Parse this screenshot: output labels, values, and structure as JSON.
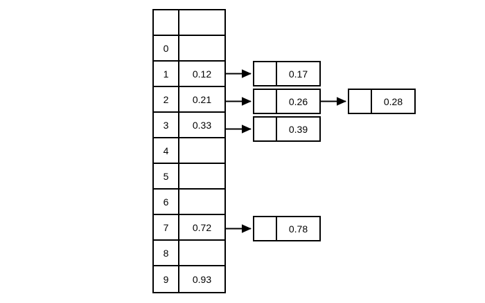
{
  "diagram": {
    "title": "hash-table-separate-chaining",
    "background_color": "#ffffff",
    "stroke_color": "#000000",
    "text_color": "#000000"
  },
  "hash_table": {
    "name": "bucket-array",
    "header_row": {
      "index": "",
      "value": ""
    },
    "rows": [
      {
        "index": "0",
        "value": ""
      },
      {
        "index": "1",
        "value": "0.12"
      },
      {
        "index": "2",
        "value": "0.21"
      },
      {
        "index": "3",
        "value": "0.33"
      },
      {
        "index": "4",
        "value": ""
      },
      {
        "index": "5",
        "value": ""
      },
      {
        "index": "6",
        "value": ""
      },
      {
        "index": "7",
        "value": "0.72"
      },
      {
        "index": "8",
        "value": ""
      },
      {
        "index": "9",
        "value": "0.93"
      }
    ]
  },
  "chain_nodes": [
    {
      "id": "node-017",
      "pointer": "",
      "value": "0.17"
    },
    {
      "id": "node-026",
      "pointer": "",
      "value": "0.26"
    },
    {
      "id": "node-039",
      "pointer": "",
      "value": "0.39"
    },
    {
      "id": "node-028",
      "pointer": "",
      "value": "0.28"
    },
    {
      "id": "node-078",
      "pointer": "",
      "value": "0.78"
    }
  ],
  "arrows": [
    {
      "id": "arrow-row1-to-node017",
      "from": "bucket-row-1",
      "to": "node-017"
    },
    {
      "id": "arrow-row2-to-node026",
      "from": "bucket-row-2",
      "to": "node-026"
    },
    {
      "id": "arrow-row3-to-node039",
      "from": "bucket-row-3",
      "to": "node-039"
    },
    {
      "id": "arrow-node026-to-node028",
      "from": "node-026",
      "to": "node-028"
    },
    {
      "id": "arrow-row7-to-node078",
      "from": "bucket-row-7",
      "to": "node-078"
    }
  ],
  "chart_data": {
    "type": "diagram",
    "title": "Hash table with separate chaining",
    "nodes": [
      {
        "label": "0",
        "value": null,
        "bucket": 0
      },
      {
        "label": "1",
        "value": 0.12,
        "bucket": 1
      },
      {
        "label": "2",
        "value": 0.21,
        "bucket": 2
      },
      {
        "label": "3",
        "value": 0.33,
        "bucket": 3
      },
      {
        "label": "4",
        "value": null,
        "bucket": 4
      },
      {
        "label": "5",
        "value": null,
        "bucket": 5
      },
      {
        "label": "6",
        "value": null,
        "bucket": 6
      },
      {
        "label": "7",
        "value": 0.72,
        "bucket": 7
      },
      {
        "label": "8",
        "value": null,
        "bucket": 8
      },
      {
        "label": "9",
        "value": 0.93,
        "bucket": 9
      }
    ],
    "chains": [
      {
        "bucket": 1,
        "values": [
          0.12,
          0.17
        ]
      },
      {
        "bucket": 2,
        "values": [
          0.21,
          0.26,
          0.28
        ]
      },
      {
        "bucket": 3,
        "values": [
          0.33,
          0.39
        ]
      },
      {
        "bucket": 7,
        "values": [
          0.72,
          0.78
        ]
      },
      {
        "bucket": 9,
        "values": [
          0.93
        ]
      }
    ]
  }
}
